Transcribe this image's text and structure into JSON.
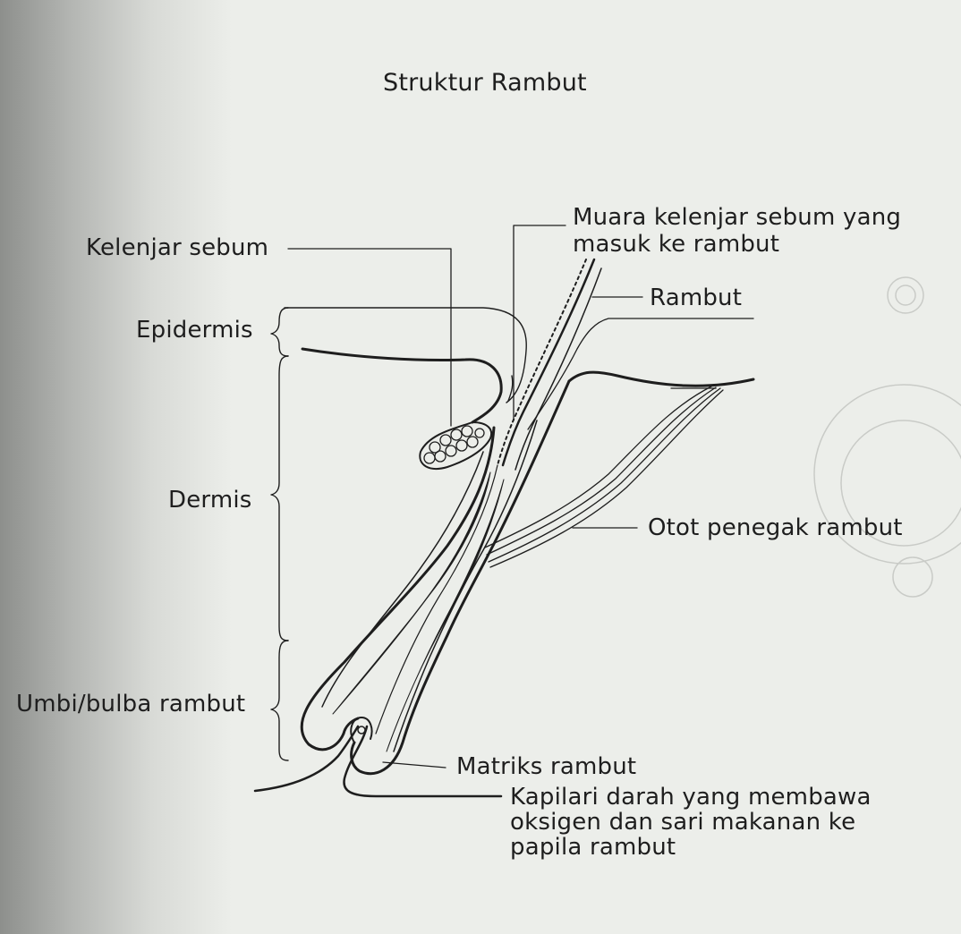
{
  "title": "Struktur Rambut",
  "labels": {
    "kelenjar_sebum": "Kelenjar sebum",
    "epidermis": "Epidermis",
    "dermis": "Dermis",
    "umbi_bulba": "Umbi/bulba rambut",
    "muara_line1": "Muara kelenjar sebum yang",
    "muara_line2": "masuk ke rambut",
    "rambut": "Rambut",
    "otot": "Otot penegak rambut",
    "matriks": "Matriks rambut",
    "kapilari_line1": "Kapilari darah yang membawa",
    "kapilari_line2": "oksigen dan sari makanan ke",
    "kapilari_line3": "papila rambut"
  },
  "colors": {
    "ink": "#1e1e1e",
    "paper": "#eceeea"
  }
}
